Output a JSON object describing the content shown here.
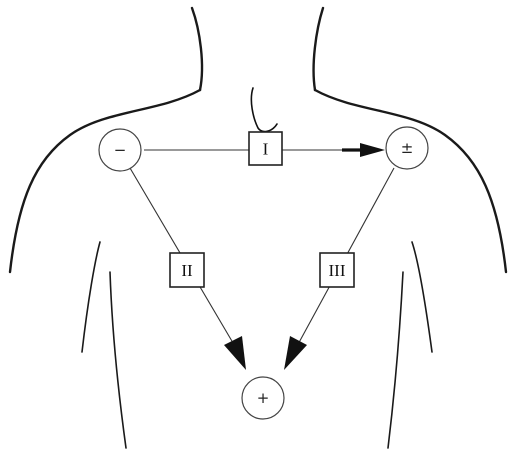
{
  "electrodes": {
    "right_arm": {
      "symbol": "−"
    },
    "left_arm": {
      "symbol": "±"
    },
    "left_leg": {
      "symbol": "+"
    }
  },
  "leads": {
    "lead_1": {
      "label": "I"
    },
    "lead_2": {
      "label": "II"
    },
    "lead_3": {
      "label": "III"
    }
  },
  "colors": {
    "line": "#333333",
    "arrow": "#111111",
    "outline": "#1a1a1a"
  }
}
